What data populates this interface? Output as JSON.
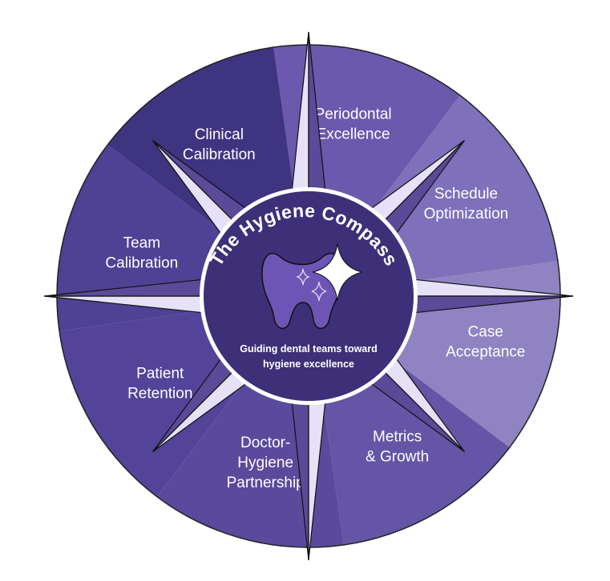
{
  "title": "The Hygiene Compass",
  "tagline": [
    "Guiding dental teams toward",
    "hygiene excellence"
  ],
  "segments": [
    {
      "lines": [
        "Periodontal",
        "Excellence"
      ],
      "color": "#6b59ad"
    },
    {
      "lines": [
        "Schedule",
        "Optimization"
      ],
      "color": "#7e70ba"
    },
    {
      "lines": [
        "Case",
        "Acceptance"
      ],
      "color": "#8f83c2"
    },
    {
      "lines": [
        "Metrics",
        "& Growth"
      ],
      "color": "#6455a6"
    },
    {
      "lines": [
        "Doctor-",
        "Hygiene",
        "Partnership"
      ],
      "color": "#5a4a9c"
    },
    {
      "lines": [
        "Patient",
        "Retention"
      ],
      "color": "#53449a"
    },
    {
      "lines": [
        "Team",
        "Calibration"
      ],
      "color": "#4f4194"
    },
    {
      "lines": [
        "Clinical",
        "Calibration"
      ],
      "color": "#3f3480"
    }
  ],
  "colors": {
    "outline": "#111111",
    "star_light": "#e6e1f6",
    "star_dark": "#5a4a98",
    "center_fill": "#3d3078",
    "center_ring": "#ffffff",
    "tooth_fill": "#6d55b5",
    "sparkle": "#ffffff"
  },
  "icons": {
    "center": "tooth-icon",
    "sparkle": "sparkle-icon"
  }
}
